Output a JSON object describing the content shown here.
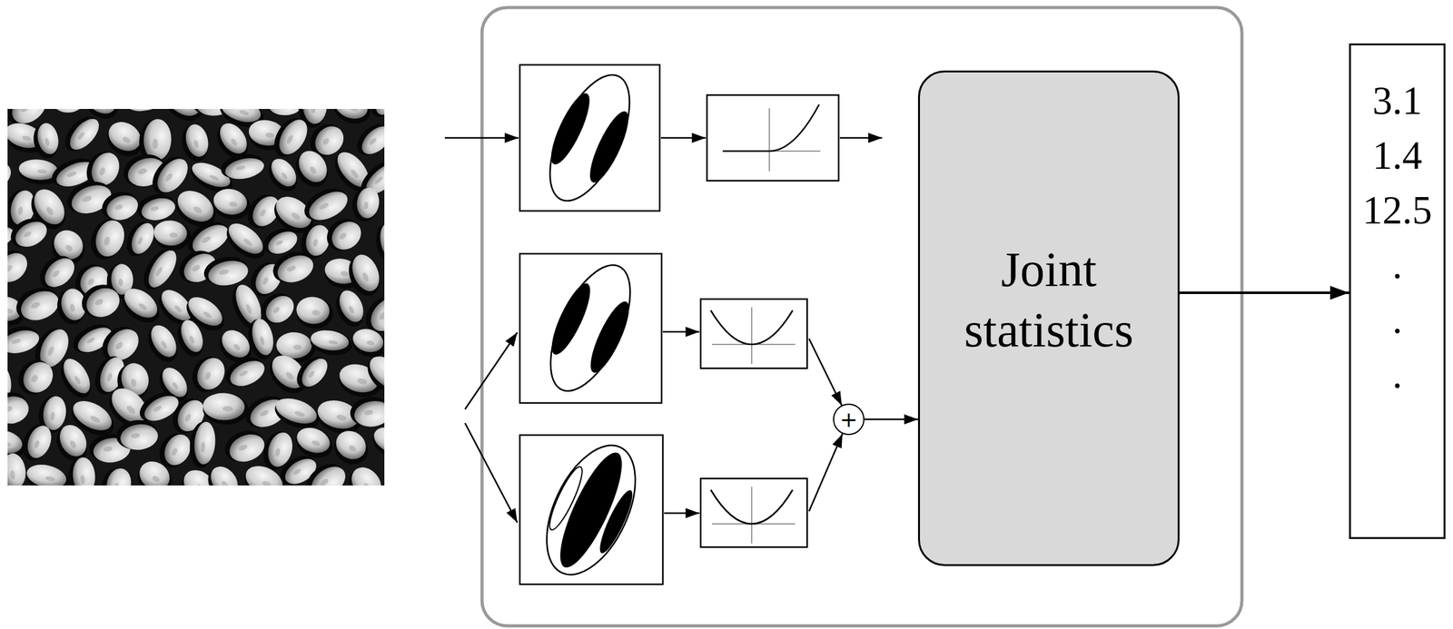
{
  "diagram": {
    "nodes": [
      {
        "text": [
          "+"
        ]
      },
      {
        "text": [
          "Joint statistics"
        ]
      },
      {
        "text": [
          "3.1",
          "1.4",
          "12.5",
          ".",
          ".",
          "."
        ]
      }
    ],
    "edges": [
      {
        "from": 0,
        "to": 1,
        "arrow": "to"
      },
      {
        "from": 1,
        "to": 2,
        "arrow": "to"
      }
    ]
  }
}
